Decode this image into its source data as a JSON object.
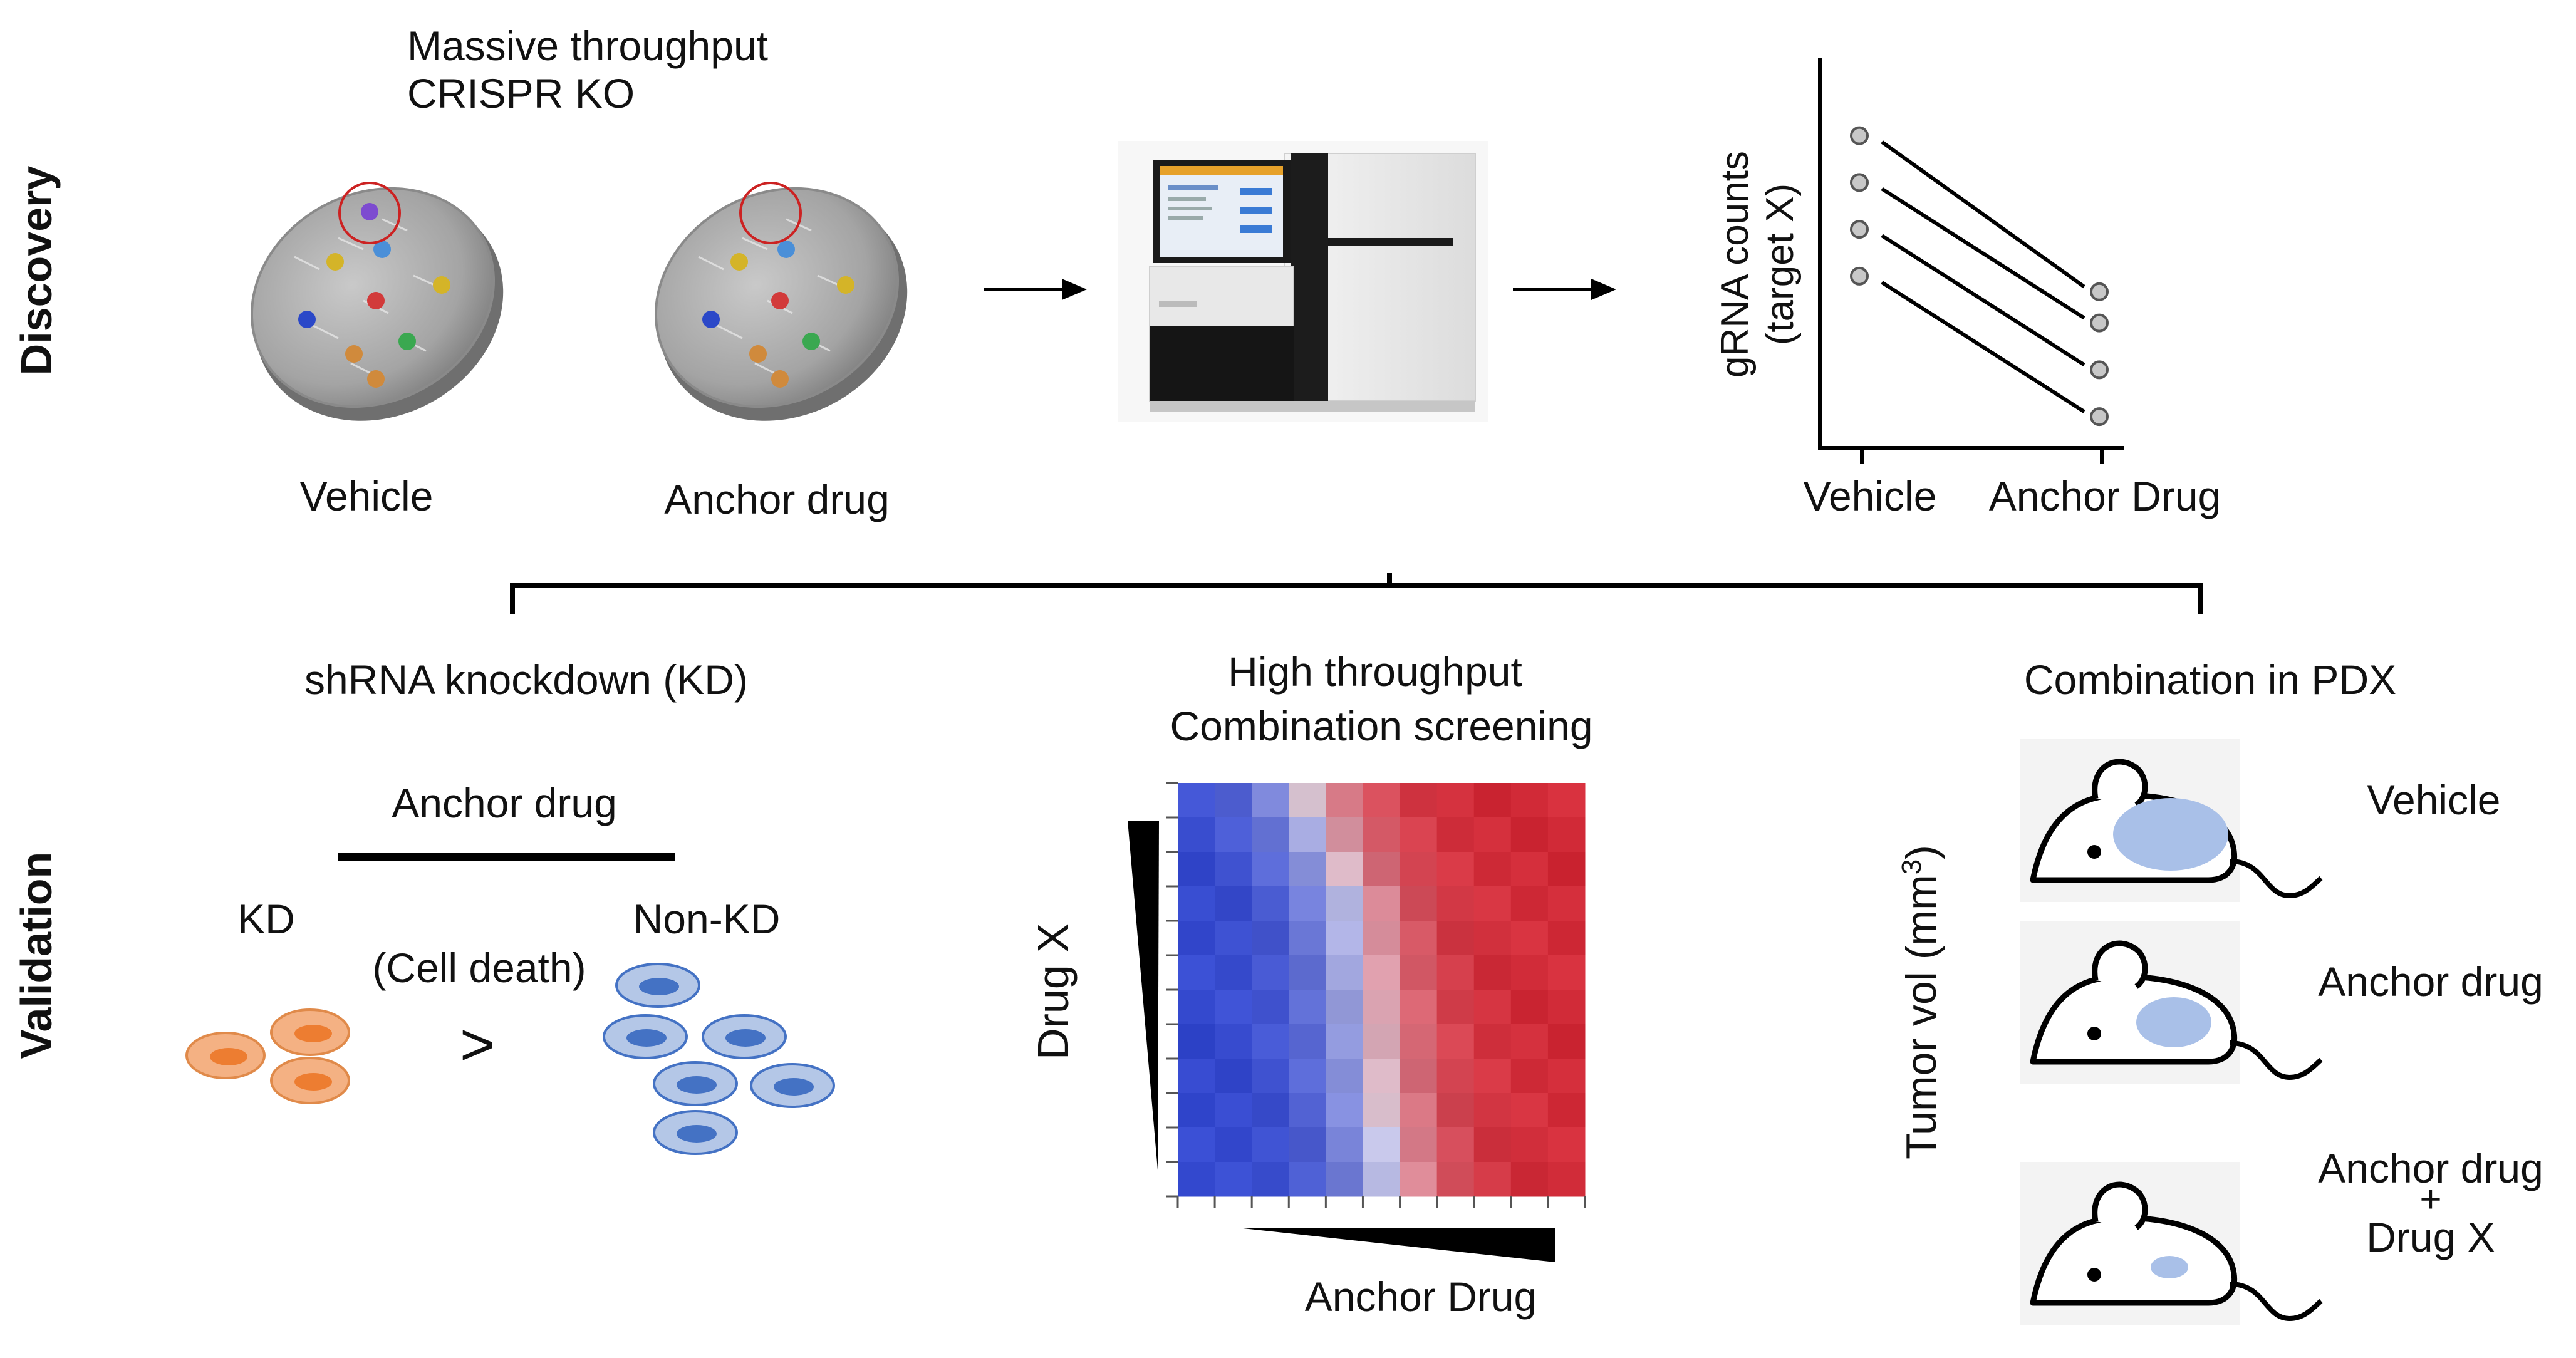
{
  "sections": {
    "discovery_label": "Discovery",
    "validation_label": "Validation"
  },
  "discovery": {
    "screen_title_line1": "Massive throughput",
    "screen_title_line2": "CRISPR KO",
    "dish_vehicle_label": "Vehicle",
    "dish_anchor_label": "Anchor drug",
    "plot": {
      "ylabel_line1": "gRNA counts",
      "ylabel_line2": "(target X)",
      "x_left": "Vehicle",
      "x_right": "Anchor Drug"
    }
  },
  "validation": {
    "kd": {
      "title": "shRNA knockdown (KD)",
      "anchor_label": "Anchor drug",
      "kd_label": "KD",
      "nonkd_label": "Non-KD",
      "cell_death": "(Cell death)",
      "comparison": ">"
    },
    "combo": {
      "title_line1": "High throughput",
      "title_line2": "Combination screening",
      "ylabel": "Drug X",
      "xlabel": "Anchor Drug"
    },
    "pdx": {
      "title": "Combination in PDX",
      "ylabel": "Tumor vol (mm",
      "ylabel_sup": "3",
      "ylabel_close": ")",
      "mouse1_label": "Vehicle",
      "mouse2_label": "Anchor drug",
      "mouse3_line1": "Anchor drug",
      "mouse3_line2": "+",
      "mouse3_line3": "Drug X"
    }
  },
  "colors": {
    "kd_cell": "#f4b183",
    "kd_nucleus": "#ed7d31",
    "nonkd_cell": "#b4c7e7",
    "nonkd_nucleus": "#4472c4",
    "tumor": "#a9c0e8",
    "heat_low": "#3a4fd6",
    "heat_high": "#d9323f"
  },
  "chart_data": {
    "type": "scatter",
    "categories": [
      "Vehicle",
      "Anchor Drug"
    ],
    "series": [
      {
        "values": [
          4,
          2
        ]
      },
      {
        "values": [
          3.4,
          1.6
        ]
      },
      {
        "values": [
          2.8,
          1.0
        ]
      },
      {
        "values": [
          2.2,
          0.4
        ]
      }
    ],
    "ylim": [
      0,
      5
    ],
    "ylabel": "gRNA counts (target X)"
  }
}
